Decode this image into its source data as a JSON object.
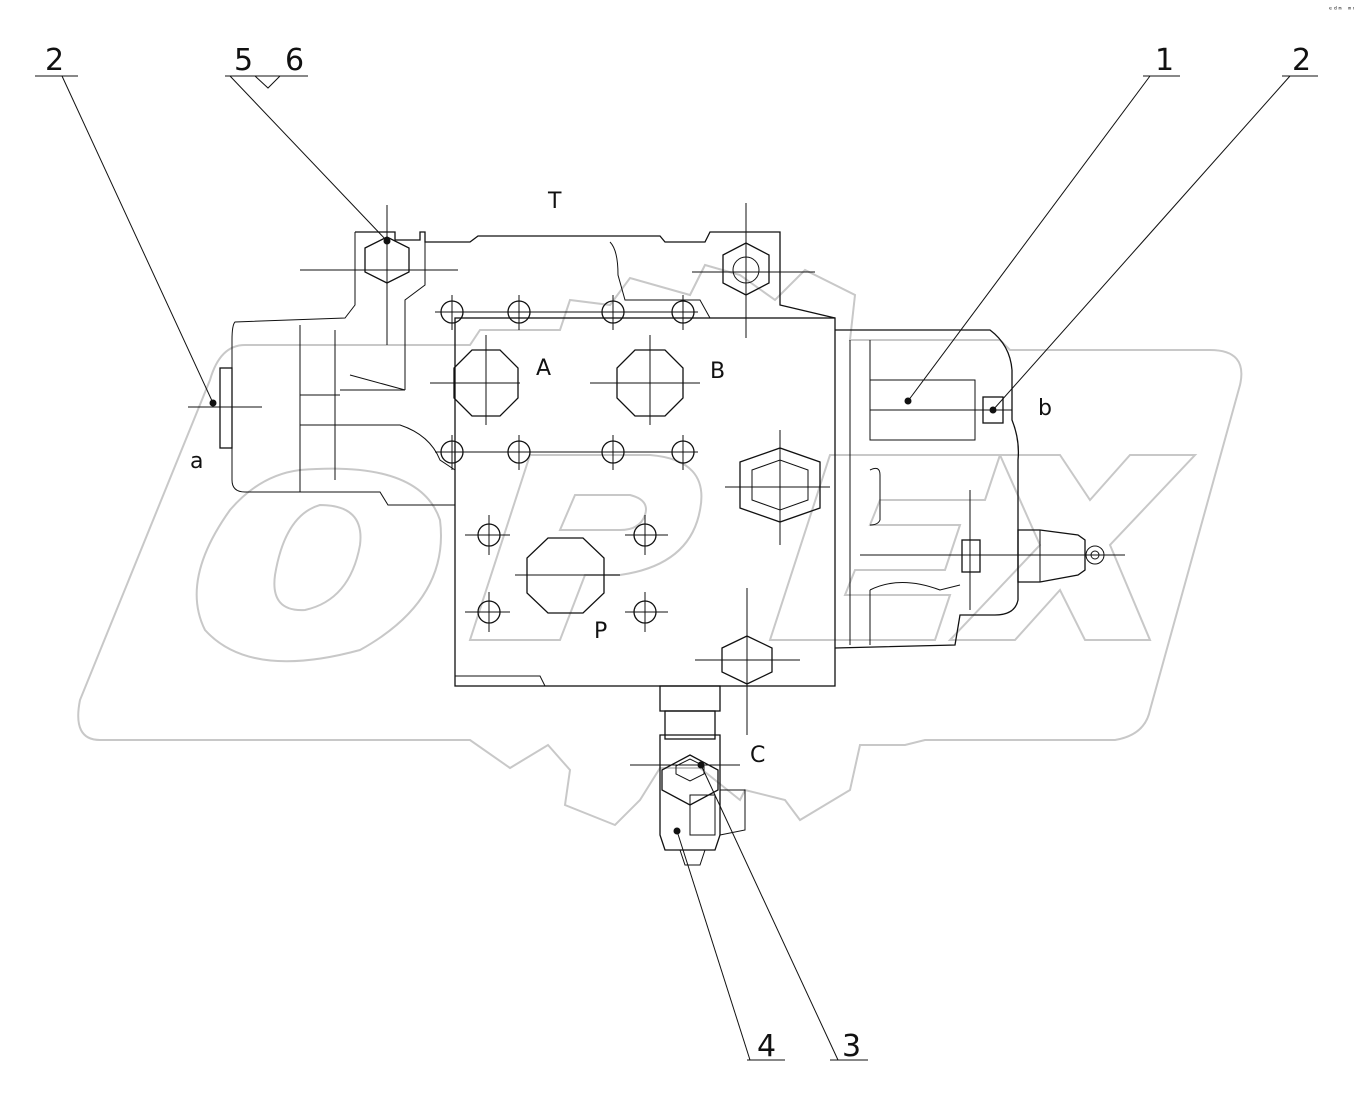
{
  "callouts": {
    "c2_left": "2",
    "c5": "5",
    "c6": "6",
    "c1": "1",
    "c2_right": "2",
    "c4": "4",
    "c3": "3"
  },
  "ports": {
    "T": "T",
    "A": "A",
    "B": "B",
    "P": "P",
    "C": "C",
    "a": "a",
    "b": "b"
  },
  "watermark": {
    "text": "OPEX"
  },
  "corner_mark": "ᵉᵈᵐ ᵐᵐ"
}
